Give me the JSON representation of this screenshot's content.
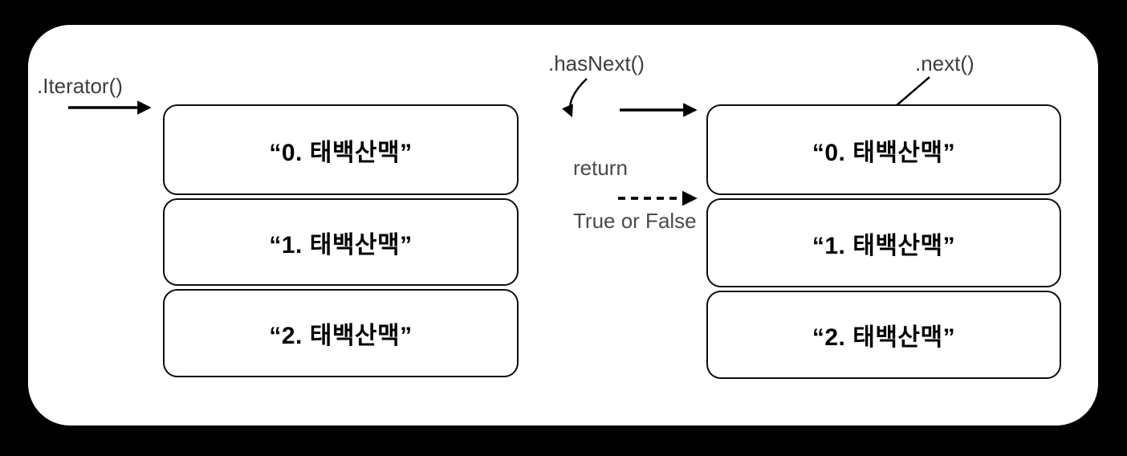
{
  "frame": {
    "background_color": "#000000",
    "panel_color": "#ffffff"
  },
  "colors": {
    "label_gray": "#3d3d3d",
    "return_gray": "#4a4a4a",
    "line_black": "#000000",
    "box_border": "#0d0d0d"
  },
  "annotations": {
    "iterator_label": ".Iterator()",
    "hasnext_label": ".hasNext()",
    "next_label": ".next()",
    "return_line1": "return",
    "return_line2": "True or False"
  },
  "icons": {
    "iterator_arrow": "arrow-right",
    "hasnext_solid_arrow": "arrow-right",
    "hasnext_return_arrow": "curved-arrow-down",
    "hasnext_dashed_arrow": "dashed-arrow-right",
    "next_arrow": "arrow-down-left"
  },
  "left_list": {
    "items": [
      "“0. 태백산맥”",
      "“1. 태백산맥”",
      "“2. 태백산맥”"
    ]
  },
  "right_list": {
    "items": [
      "“0. 태백산맥”",
      "“1. 태백산맥”",
      "“2. 태백산맥”"
    ]
  }
}
